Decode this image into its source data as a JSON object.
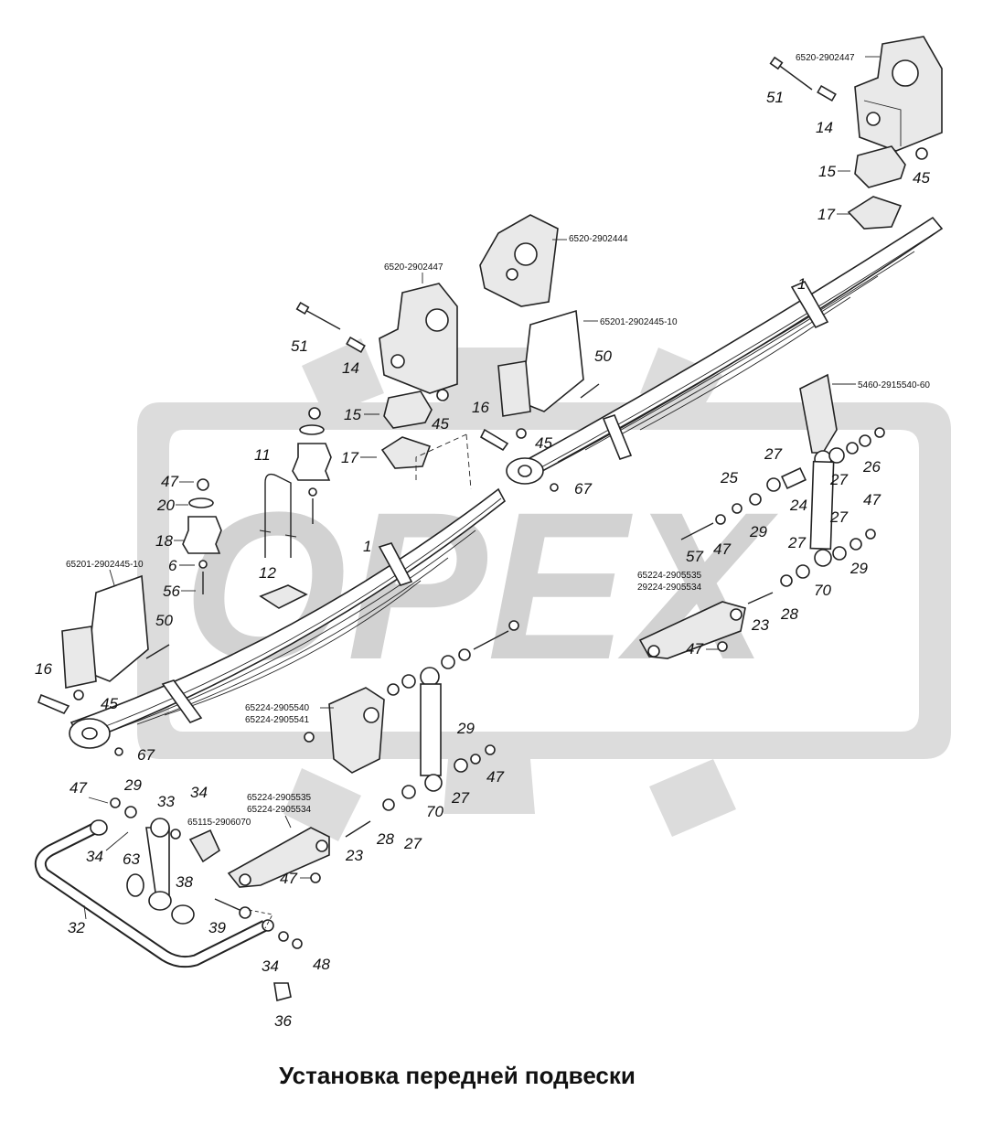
{
  "title": "Установка передней подвески",
  "watermark": "OPEX",
  "part_codes": {
    "bracket_rear_right": "6520-2902447",
    "bracket_mid": "6520-2902444",
    "bracket_front_right": "6520-2902447",
    "plate_right": "65201-2902445-10",
    "plate_left": "65201-2902445-10",
    "shock_bracket_top": "5460-2915540-60",
    "lower_bracket_right_a": "65224-2905535",
    "lower_bracket_right_b": "29224-2905534",
    "lower_bracket_left_a": "65224-2905540",
    "lower_bracket_left_b": "65224-2905541",
    "lower_bracket_front_a": "65224-2905535",
    "lower_bracket_front_b": "65224-2905534",
    "stabilizer_bracket": "65115-2906070"
  },
  "callouts": {
    "c51a": "51",
    "c14a": "14",
    "c15a": "15",
    "c45a": "45",
    "c17a": "17",
    "c1a": "1",
    "c51b": "51",
    "c14b": "14",
    "c15b": "15",
    "c45b": "45",
    "c17b": "17",
    "c50a": "50",
    "c16a": "16",
    "c45c": "45",
    "c67a": "67",
    "c11": "11",
    "c47a": "47",
    "c20": "20",
    "c18": "18",
    "c6": "6",
    "c56": "56",
    "c12": "12",
    "c1b": "1",
    "c50b": "50",
    "c16b": "16",
    "c45d": "45",
    "c67b": "67",
    "c27a": "27",
    "c27b": "27",
    "c26": "26",
    "c25": "25",
    "c24": "24",
    "c29a": "29",
    "c47b": "47",
    "c57": "57",
    "c47c": "47",
    "c27c": "27",
    "c27d": "27",
    "c29b": "29",
    "c70a": "70",
    "c28a": "28",
    "c23a": "23",
    "c47d": "47",
    "c29c": "29",
    "c47e": "47",
    "c27e": "27",
    "c70b": "70",
    "c28b": "28",
    "c27f": "27",
    "c23b": "23",
    "c47f": "47",
    "c47g": "47",
    "c29d": "29",
    "c33": "33",
    "c34a": "34",
    "c34b": "34",
    "c63": "63",
    "c38": "38",
    "c39": "39",
    "c32": "32",
    "c34c": "34",
    "c48": "48",
    "c36": "36"
  },
  "icons": [
    "leaf-spring-icon",
    "shock-absorber-icon",
    "bracket-icon",
    "bolt-icon",
    "nut-icon",
    "washer-icon",
    "bushing-icon",
    "stabilizer-bar-icon",
    "rubber-buffer-icon",
    "u-bolt-icon"
  ]
}
